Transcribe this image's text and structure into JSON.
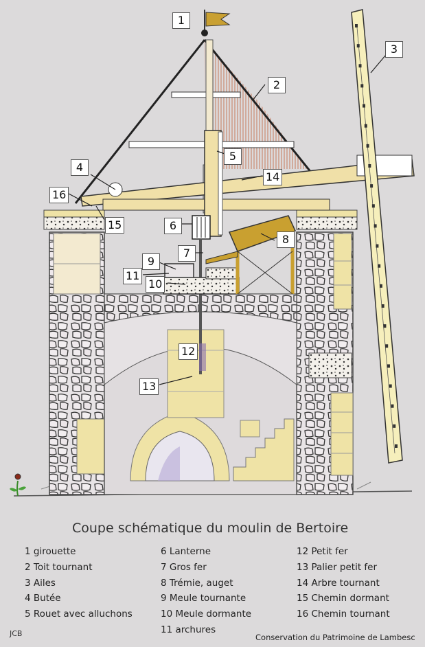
{
  "callouts": {
    "c1": "1",
    "c2": "2",
    "c3": "3",
    "c4": "4",
    "c5": "5",
    "c6": "6",
    "c7": "7",
    "c8": "8",
    "c9": "9",
    "c10": "10",
    "c11": "11",
    "c12": "12",
    "c13": "13",
    "c14": "14",
    "c15": "15",
    "c16": "16"
  },
  "caption": "Coupe schématique du moulin de Bertoire",
  "legend": {
    "col1": [
      "1 girouette",
      "2 Toit tournant",
      "3 Ailes",
      "4 Butée",
      "5 Rouet avec alluchons"
    ],
    "col2": [
      "6 Lanterne",
      "7 Gros fer",
      "8 Trémie, auget",
      "9 Meule tournante",
      "10 Meule dormante",
      "11 archures"
    ],
    "col3": [
      "12 Petit fer",
      "13 Palier petit fer",
      "14 Arbre tournant",
      "15 Chemin dormant",
      "16 Chemin tournant"
    ]
  },
  "initials": "JCB",
  "credit": "Conservation du Patrimoine de Lambesc",
  "colors": {
    "background": "#dcdadb",
    "stone_fill": "#e8e4e6",
    "masonry_block": "#efe3a6",
    "timber": "#f0e0a8",
    "wood_brown": "#c9a030",
    "flag": "#c9a032",
    "roof_shade": "#c98a70",
    "shaft_purple": "#8a6fb0"
  }
}
